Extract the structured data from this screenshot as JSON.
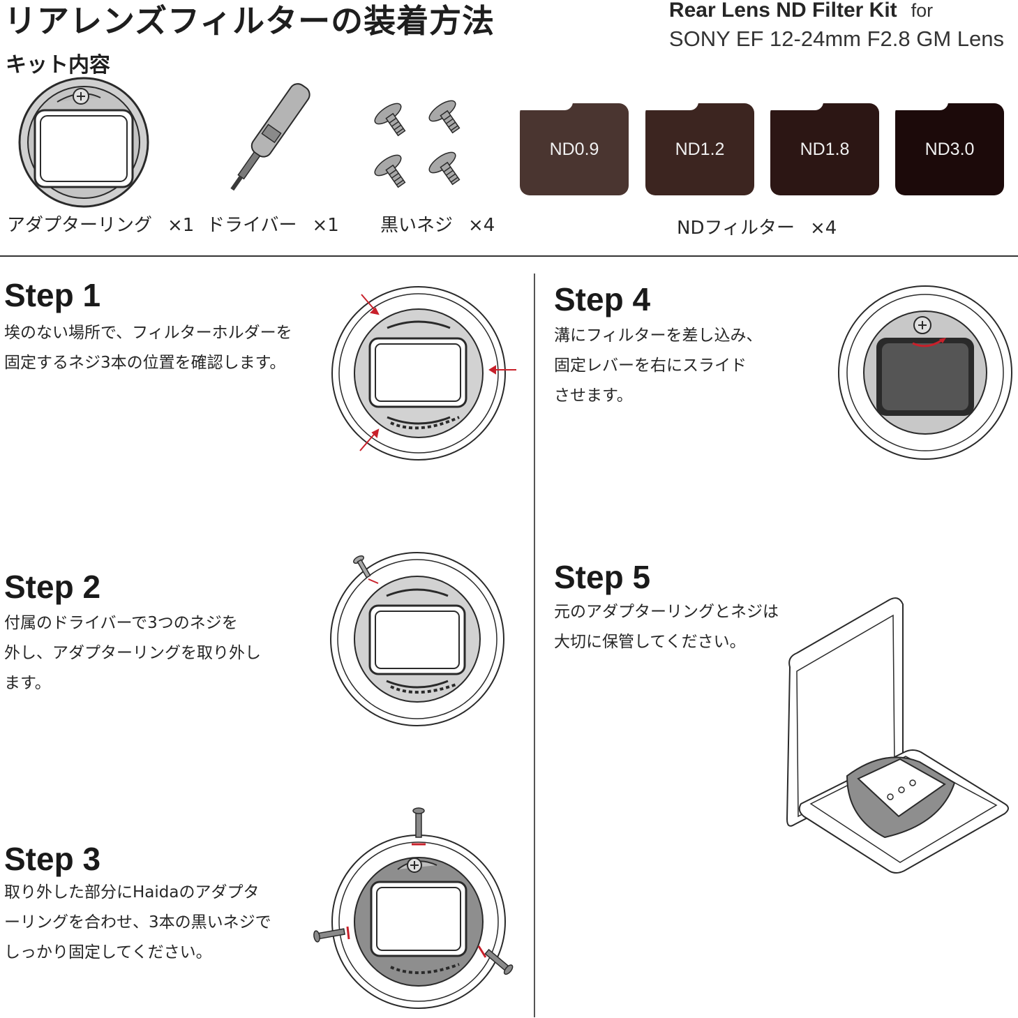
{
  "header": {
    "title": "リアレンズフィルターの装着方法",
    "kit_heading": "キット内容",
    "product_line1": "Rear Lens ND Filter Kit",
    "product_for": "for",
    "product_line2": "SONY EF 12-24mm F2.8 GM Lens"
  },
  "kit": {
    "adapter": {
      "label": "アダプターリング",
      "qty": "×1"
    },
    "driver": {
      "label": "ドライバー",
      "qty": "×1"
    },
    "screws": {
      "label": "黒いネジ",
      "qty": "×4"
    },
    "nd_filters": {
      "label": "NDフィルター",
      "qty": "×4",
      "cards": [
        {
          "name": "ND0.9",
          "color": "#4a3530"
        },
        {
          "name": "ND1.2",
          "color": "#3c2520"
        },
        {
          "name": "ND1.8",
          "color": "#2c1614"
        },
        {
          "name": "ND3.0",
          "color": "#1c0a0a"
        }
      ]
    }
  },
  "steps": [
    {
      "title": "Step 1",
      "body": "埃のない場所で、フィルターホルダーを\n固定するネジ3本の位置を確認します。"
    },
    {
      "title": "Step 2",
      "body": "付属のドライバーで3つのネジを\n外し、アダプターリングを取り外し\nます。"
    },
    {
      "title": "Step 3",
      "body": "取り外した部分にHaidaのアダプタ\nーリングを合わせ、3本の黒いネジで\nしっかり固定してください。"
    },
    {
      "title": "Step 4",
      "body": "溝にフィルターを差し込み、\n固定レバーを右にスライド\nさせます。"
    },
    {
      "title": "Step 5",
      "body": "元のアダプターリングとネジは\n大切に保管してください。"
    }
  ],
  "colors": {
    "accent_red": "#c8202a",
    "ring_gray": "#c9c9c9",
    "filter_dark": "#555555"
  }
}
